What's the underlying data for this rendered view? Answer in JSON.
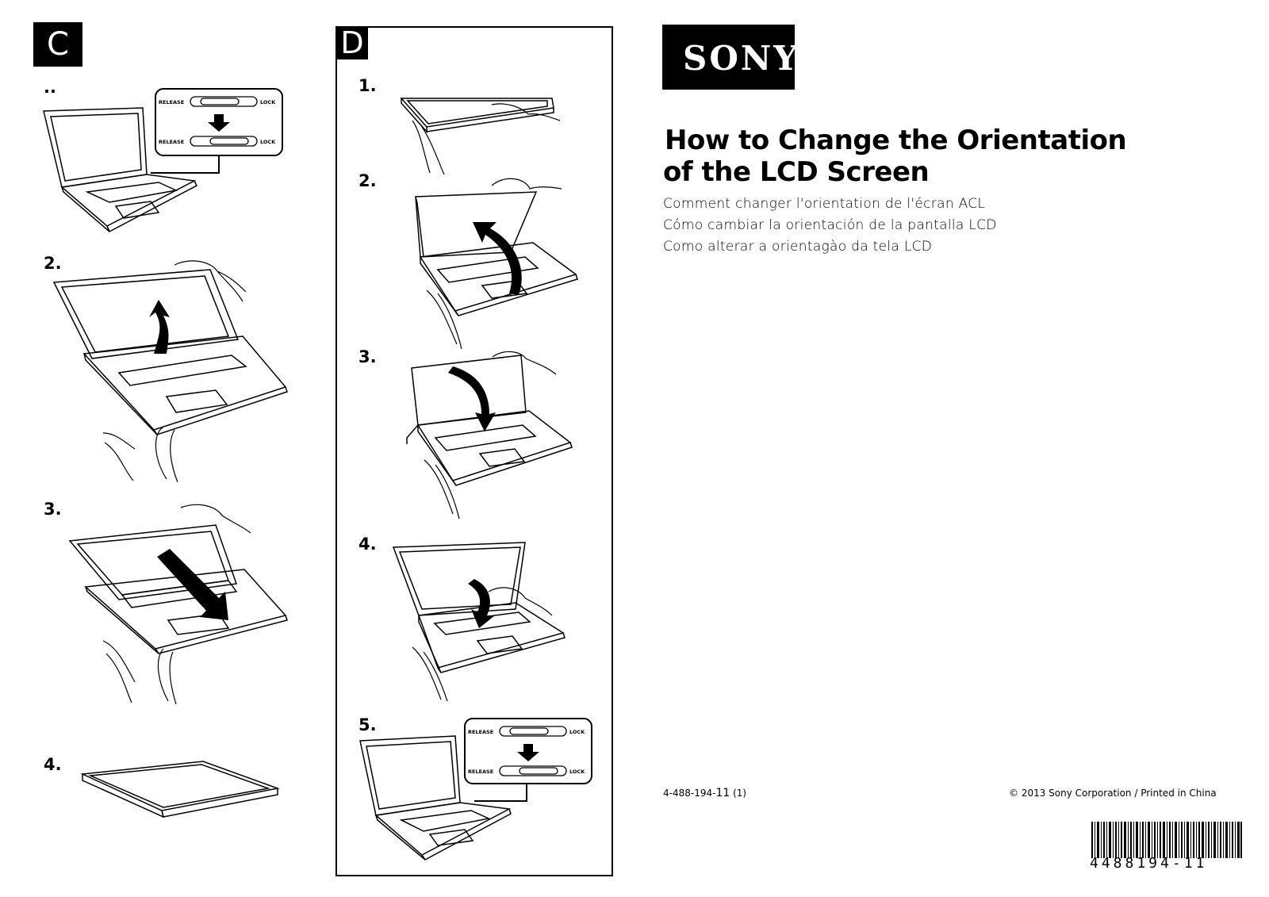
{
  "sections": {
    "c": {
      "letter": "C",
      "steps": [
        "..",
        "2.",
        "3.",
        "4."
      ]
    },
    "d": {
      "letter": "D",
      "steps": [
        "1.",
        "2.",
        "3.",
        "4.",
        "5."
      ]
    }
  },
  "switch_labels": {
    "release": "RELEASE",
    "lock": "LOCK"
  },
  "brand": {
    "logo_text": "SONY"
  },
  "title": {
    "line1": "How to Change the Orientation",
    "line2": "of the LCD Screen"
  },
  "subtitles": [
    "Comment changer l'orientation de l'écran ACL",
    "Cómo cambiar la orientación de la pantalla LCD",
    "Como alterar a orientagào da tela LCD"
  ],
  "footer": {
    "part_prefix": "4-488-194-",
    "part_suffix": "11",
    "part_rev": "(1)",
    "copyright": "© 2013 Sony Corporation / Printed in China"
  },
  "barcode": {
    "number": "4488194-11"
  }
}
